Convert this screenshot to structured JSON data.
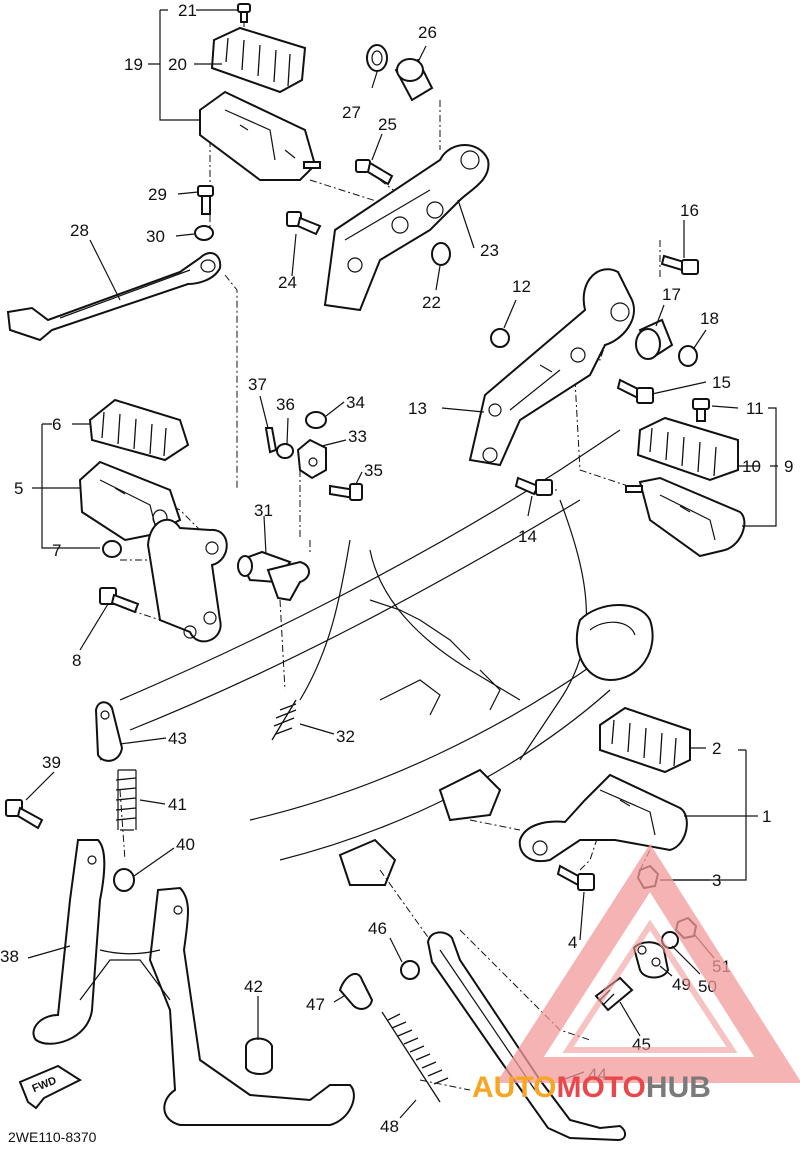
{
  "diagram": {
    "code": "2WE110-8370",
    "fwd": "FWD"
  },
  "callouts": [
    {
      "n": "1",
      "name": "footrest-bracket-right"
    },
    {
      "n": "2",
      "name": "footrest-rubber-right"
    },
    {
      "n": "3",
      "name": "nut-3"
    },
    {
      "n": "4",
      "name": "bolt-4"
    },
    {
      "n": "5",
      "name": "footrest-bracket-left"
    },
    {
      "n": "6",
      "name": "footrest-rubber-left"
    },
    {
      "n": "7",
      "name": "nut-7"
    },
    {
      "n": "8",
      "name": "bolt-8"
    },
    {
      "n": "9",
      "name": "rear-footrest-assy-right"
    },
    {
      "n": "10",
      "name": "rear-footrest-rubber-right"
    },
    {
      "n": "11",
      "name": "bolt-11"
    },
    {
      "n": "12",
      "name": "collar-12"
    },
    {
      "n": "13",
      "name": "rear-bracket-right"
    },
    {
      "n": "14",
      "name": "bolt-14"
    },
    {
      "n": "15",
      "name": "bolt-15"
    },
    {
      "n": "16",
      "name": "bolt-16"
    },
    {
      "n": "17",
      "name": "collar-17"
    },
    {
      "n": "18",
      "name": "nut-18"
    },
    {
      "n": "19",
      "name": "rear-footrest-assy-left"
    },
    {
      "n": "20",
      "name": "rear-footrest-rubber-left"
    },
    {
      "n": "21",
      "name": "bolt-21"
    },
    {
      "n": "22",
      "name": "collar-22"
    },
    {
      "n": "23",
      "name": "rear-bracket-left"
    },
    {
      "n": "24",
      "name": "bolt-24"
    },
    {
      "n": "25",
      "name": "bolt-25"
    },
    {
      "n": "26",
      "name": "collar-26"
    },
    {
      "n": "27",
      "name": "collar-27"
    },
    {
      "n": "28",
      "name": "shift-pedal"
    },
    {
      "n": "29",
      "name": "bolt-29"
    },
    {
      "n": "30",
      "name": "nut-30"
    },
    {
      "n": "31",
      "name": "shaft-31"
    },
    {
      "n": "32",
      "name": "spring-32"
    },
    {
      "n": "33",
      "name": "joint-33"
    },
    {
      "n": "34",
      "name": "nut-34"
    },
    {
      "n": "35",
      "name": "bolt-35"
    },
    {
      "n": "36",
      "name": "washer-36"
    },
    {
      "n": "37",
      "name": "pin-37"
    },
    {
      "n": "38",
      "name": "main-stand"
    },
    {
      "n": "39",
      "name": "bolt-39"
    },
    {
      "n": "40",
      "name": "collar-40"
    },
    {
      "n": "41",
      "name": "spring-41"
    },
    {
      "n": "42",
      "name": "stopper-42"
    },
    {
      "n": "43",
      "name": "hook-43"
    },
    {
      "n": "44",
      "name": "sidestand"
    },
    {
      "n": "45",
      "name": "switch-45"
    },
    {
      "n": "46",
      "name": "collar-46"
    },
    {
      "n": "47",
      "name": "hook-47"
    },
    {
      "n": "48",
      "name": "spring-48"
    },
    {
      "n": "49",
      "name": "bracket-49"
    },
    {
      "n": "50",
      "name": "washer-50"
    },
    {
      "n": "51",
      "name": "nut-51"
    }
  ],
  "watermark": {
    "text_orange": "AUTO",
    "text_red": "MOTO",
    "text_gray": "HUB",
    "color_red": "#e8474b",
    "color_orange": "#f6a623",
    "color_gray": "#7a7a7a",
    "color_triangle": "#f29a9a"
  }
}
